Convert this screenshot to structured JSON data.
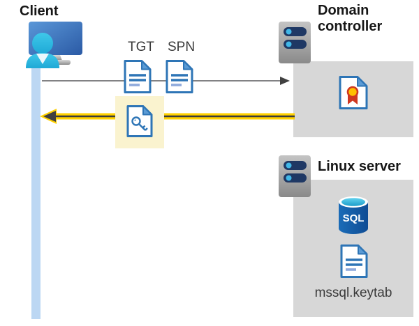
{
  "client": {
    "label": "Client"
  },
  "flow": {
    "tgt_label": "TGT",
    "spn_label": "SPN",
    "request_arrow": "client-to-domain-controller",
    "response_arrow": "domain-controller-to-client"
  },
  "domain_controller": {
    "label": "Domain controller"
  },
  "linux_server": {
    "label": "Linux server",
    "sql_label": "SQL",
    "keytab_label": "mssql.keytab"
  },
  "icons": {
    "client": "monitor-with-user-icon",
    "tgt": "document-icon",
    "spn": "document-icon",
    "ticket": "key-document-icon",
    "domain_controller": "server-icon",
    "certificate": "certificate-icon",
    "linux_server": "server-icon",
    "database": "sql-database-icon",
    "keytab": "document-icon"
  },
  "colors": {
    "accent_blue": "#2e75b6",
    "fold_blue": "#5b9bd5",
    "arrow_yellow": "#ffd100",
    "arrow_dark": "#3b3b3b",
    "highlight_yellow": "#faf3cf",
    "panel_gray": "#d7d7d7",
    "server_navy": "#1f3864",
    "server_dot_cyan": "#41b8e8",
    "person_cyan": "#36c3e8",
    "sql_blue": "#1158a7",
    "cert_red": "#cf3721",
    "cert_gold": "#ffc000",
    "client_bar_blue": "#bcd7f3"
  }
}
